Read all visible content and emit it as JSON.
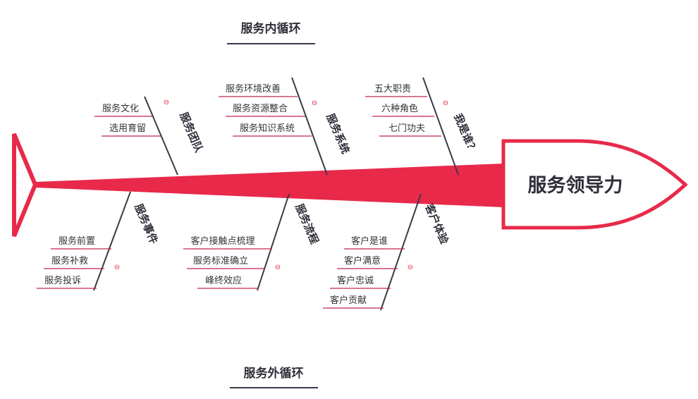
{
  "diagram": {
    "head_label": "服务领导力",
    "top_title": "服务内循环",
    "bottom_title": "服务外循环",
    "collapse_glyph": "⊖",
    "branches": [
      {
        "name": "服务团队",
        "items": [
          "服务文化",
          "选用育留"
        ]
      },
      {
        "name": "服务系统",
        "items": [
          "服务环境改善",
          "服务资源整合",
          "服务知识系统"
        ]
      },
      {
        "name": "我是谁？",
        "items": [
          "五大职责",
          "六种角色",
          "七门功夫"
        ]
      },
      {
        "name": "服务事件",
        "items": [
          "服务前置",
          "服务补救",
          "服务投诉"
        ]
      },
      {
        "name": "服务流程",
        "items": [
          "客户接触点梳理",
          "服务标准确立",
          "峰终效应"
        ]
      },
      {
        "name": "客户体验",
        "items": [
          "客户是谁",
          "客户满意",
          "客户忠诚",
          "客户贡献"
        ]
      }
    ]
  },
  "colors": {
    "accent": "#e8294a",
    "rib": "#3a3a4a",
    "text": "#2f2f3a",
    "underline": "#c0244a"
  }
}
